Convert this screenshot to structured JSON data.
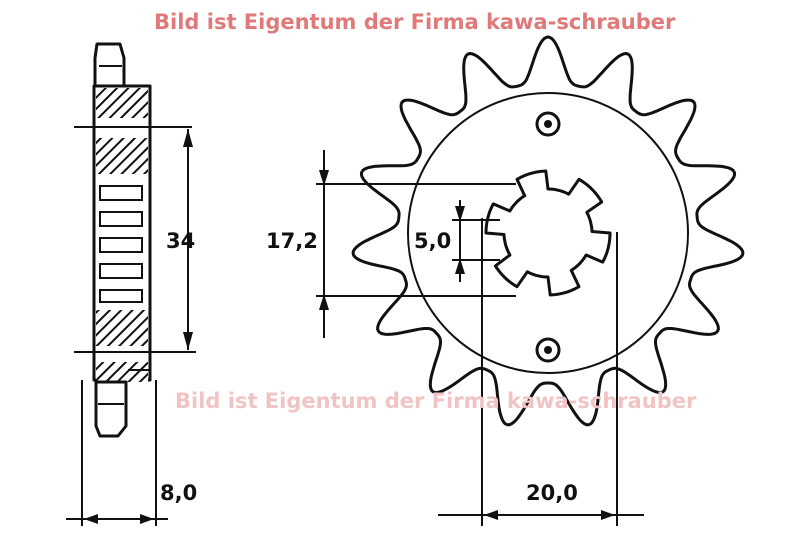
{
  "watermark": {
    "top": "Bild ist Eigentum der Firma kawa-schrauber",
    "middle": "Bild ist Eigentum der Firma kawa-schrauber"
  },
  "dimensions": {
    "hub_diameter": "34",
    "thickness": "8,0",
    "spline_outer_diameter": "17,2",
    "spline_width": "5,0",
    "bolt_spacing": "20,0"
  },
  "sprocket": {
    "teeth": 15,
    "spline_teeth": 6
  },
  "colors": {
    "ink": "#111111",
    "watermark_top": "#e07a7a",
    "watermark_middle": "#f0c4c4"
  }
}
